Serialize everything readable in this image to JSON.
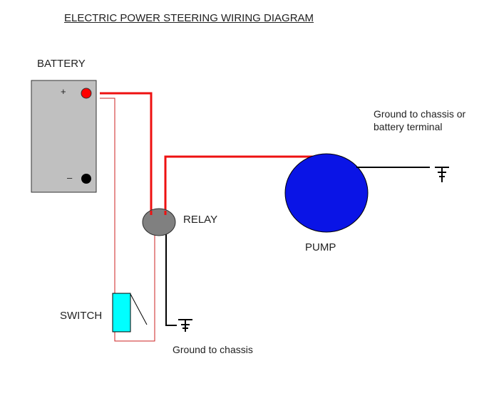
{
  "title": "ELECTRIC POWER STEERING WIRING DIAGRAM",
  "labels": {
    "battery": "BATTERY",
    "relay": "RELAY",
    "switch": "SWITCH",
    "pump": "PUMP",
    "ground_relay": "Ground to chassis",
    "ground_pump_line1": "Ground to chassis or",
    "ground_pump_line2": "battery terminal",
    "battery_positive": "+",
    "battery_negative": "–"
  },
  "colors": {
    "power_wire": "#ee1111",
    "signal_wire": "#cc2222",
    "ground_wire": "#000000",
    "battery_body": "#c0c0c0",
    "positive_terminal": "#ff0000",
    "negative_terminal": "#000000",
    "relay_body": "#808080",
    "pump_body": "#0a14e6",
    "switch_body": "#00ffff"
  }
}
